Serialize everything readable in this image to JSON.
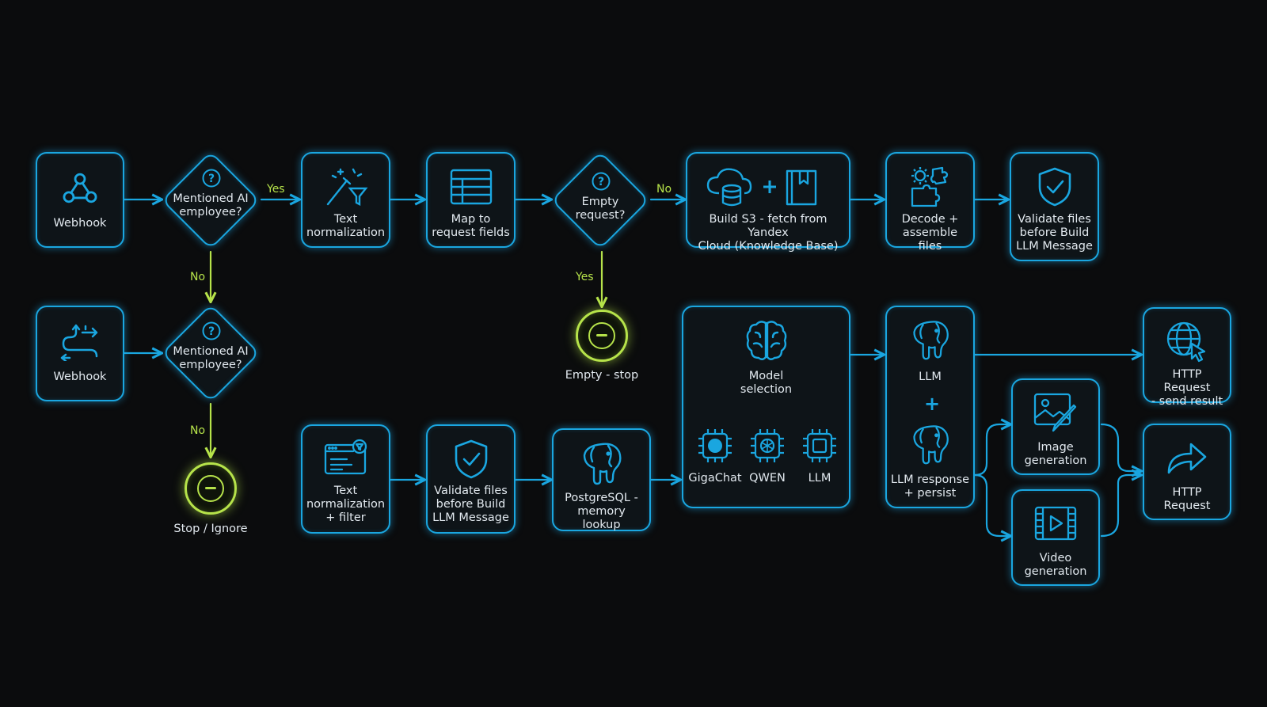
{
  "colors": {
    "accent": "#1aa6e0",
    "success": "#b6e34a",
    "background": "#0b0c0d",
    "text": "#e2e9ef"
  },
  "nodes": {
    "webhook1": {
      "label": "Webhook",
      "icon": "webhook-icon"
    },
    "decision1": {
      "label": "Mentioned AI\nemployee?",
      "icon": "question-icon"
    },
    "text_norm": {
      "label": "Text\nnormalization",
      "icon": "magic-wand-filter-icon"
    },
    "map_fields": {
      "label": "Map to\nrequest fields",
      "icon": "table-icon"
    },
    "decision_empty": {
      "label": "Empty\nrequest?",
      "icon": "question-icon"
    },
    "build_s3": {
      "label": "Build S3 - fetch from Yandex\nCloud (Knowledge Base)",
      "icon": "cloud-database-book-icon"
    },
    "decode": {
      "label": "Decode +\nassemble files",
      "icon": "gears-puzzle-icon"
    },
    "validate1": {
      "label": "Validate files\nbefore Build\nLLM Message",
      "icon": "shield-check-icon"
    },
    "webhook2": {
      "label": "Webhook",
      "icon": "route-arrows-icon"
    },
    "decision2": {
      "label": "Mentioned AI\nemployee?",
      "icon": "question-icon"
    },
    "empty_stop": {
      "label": "Empty - stop",
      "icon": "stop-icon"
    },
    "stop_ignore": {
      "label": "Stop / Ignore",
      "icon": "stop-icon"
    },
    "text_norm_filter": {
      "label": "Text\nnormalization\n+ filter",
      "icon": "browser-filter-icon"
    },
    "validate2": {
      "label": "Validate files\nbefore Build\nLLM Message",
      "icon": "shield-check-icon"
    },
    "postgres": {
      "label": "PostgreSQL -\nmemory lookup",
      "icon": "postgresql-elephant-icon"
    },
    "model_selection": {
      "label": "Model\nselection",
      "icon": "brain-icon",
      "options": [
        {
          "label": "GigaChat",
          "icon": "chip-icon"
        },
        {
          "label": "QWEN",
          "icon": "chip-openai-icon"
        },
        {
          "label": "LLM",
          "icon": "chip-icon"
        }
      ]
    },
    "llm": {
      "label": "LLM",
      "icon": "postgresql-elephant-icon"
    },
    "llm_response": {
      "label": "LLM response\n+ persist",
      "icon": "postgresql-elephant-icon"
    },
    "http_send": {
      "label": "HTTP Request\n- send result",
      "icon": "globe-cursor-icon"
    },
    "image_gen": {
      "label": "Image\ngeneration",
      "icon": "image-brush-icon"
    },
    "video_gen": {
      "label": "Video\ngeneration",
      "icon": "film-play-icon"
    },
    "http_req": {
      "label": "HTTP\nRequest",
      "icon": "share-arrow-icon"
    }
  },
  "edge_labels": {
    "yes1": "Yes",
    "no1": "No",
    "no_empty": "No",
    "yes_empty": "Yes",
    "no2": "No"
  },
  "plus_sign": "+"
}
